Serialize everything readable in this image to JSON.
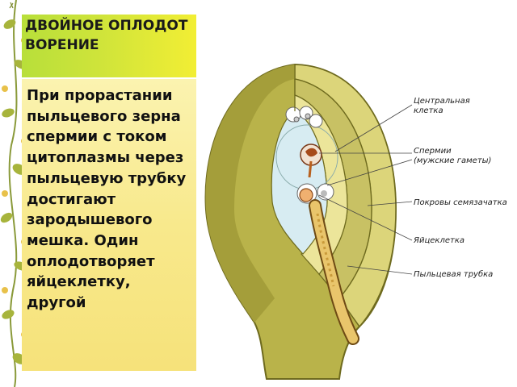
{
  "slide": {
    "title": "ДВОЙНОЕ ОПЛОДОТВОРЕНИЕ",
    "body": "При прорастании пыльцевого зерна спермии с током цитоплазмы через пыльцевую трубку достигают зародышевого мешка. Один оплодотворяет яйцеклетку, другой"
  },
  "diagram": {
    "labels": {
      "central_cell_1": "Центральная",
      "central_cell_2": "клетка",
      "sperm_1": "Спермии",
      "sperm_2": "(мужские гаметы)",
      "integument": "Покровы семязачатка",
      "egg_cell": "Яйцеклетка",
      "pollen_tube": "Пыльцевая трубка"
    }
  },
  "colors": {
    "title_gradient_start": "#b8df3a",
    "title_gradient_end": "#f2ee34",
    "text_bg": "#f8e98c",
    "ovule_outer": "#b9b34a",
    "ovule_inner": "#e3dc82",
    "embryo_sac": "#d7ecf2"
  }
}
